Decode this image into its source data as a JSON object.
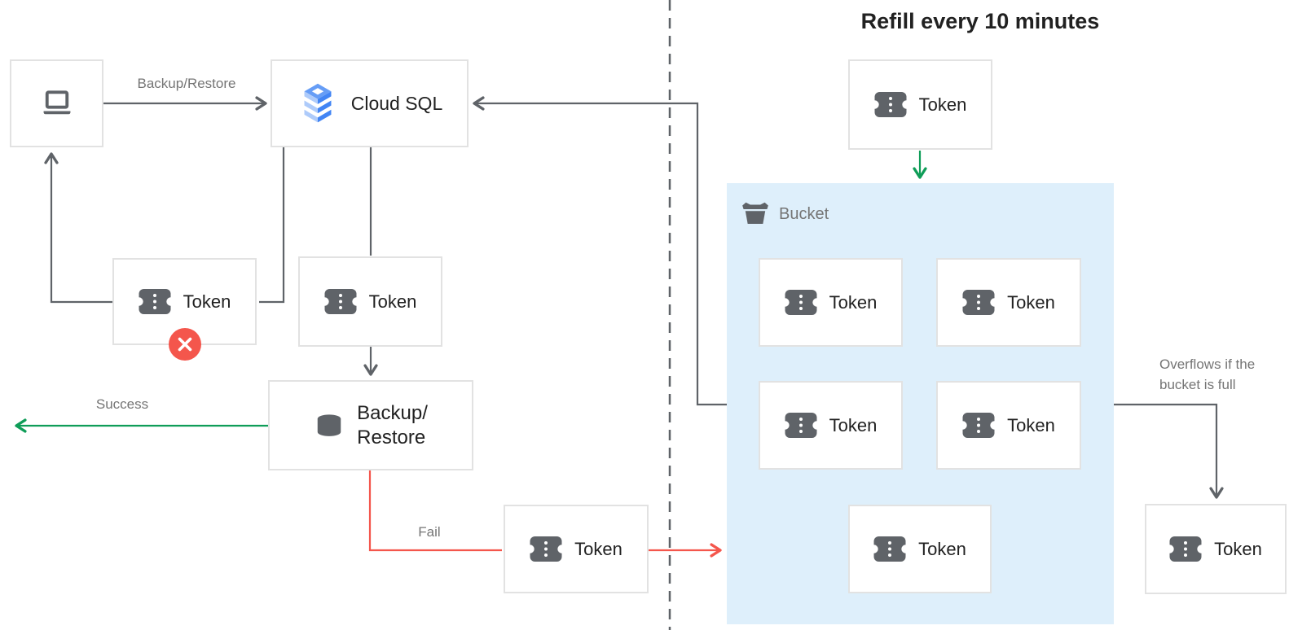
{
  "title": "Refill every 10 minutes",
  "nodes": {
    "client": {
      "icon": "laptop-icon",
      "label": ""
    },
    "cloud_sql": {
      "icon": "cloud-sql-icon",
      "label": "Cloud SQL"
    },
    "backup_restore": {
      "icon": "database-icon",
      "label": "Backup/\nRestore"
    }
  },
  "tokens": {
    "label": "Token",
    "instances": [
      "failed-left",
      "pre-backup",
      "fail-output",
      "refill-source",
      "bucket-1",
      "bucket-2",
      "bucket-3",
      "bucket-4",
      "bucket-5",
      "overflow"
    ]
  },
  "bucket": {
    "label": "Bucket",
    "icon": "bucket-icon"
  },
  "edges": {
    "backup_restore_label": "Backup/Restore",
    "success_label": "Success",
    "fail_label": "Fail",
    "overflow_label": "Overflows if the\nbucket is full"
  },
  "badges": {
    "error": {
      "icon": "x-circle-icon",
      "color": "#f4564c"
    }
  },
  "colors": {
    "line_dark": "#5f6368",
    "green": "#0f9d58",
    "red": "#f4564c",
    "bucket_fill": "#deeffb",
    "box_border": "#e2e2e2",
    "text_dark": "#212121",
    "text_gray": "#757575",
    "cloud_sql_blue_dark": "#4285f4",
    "cloud_sql_blue_mid": "#669df6",
    "cloud_sql_blue_light": "#aecbfa"
  },
  "icons": {
    "client": "laptop-icon",
    "cloud_sql": "cloud-sql-icon",
    "backup_restore": "database-icon",
    "bucket": "bucket-icon",
    "token": "token-icon",
    "error_badge": "x-circle-icon"
  }
}
